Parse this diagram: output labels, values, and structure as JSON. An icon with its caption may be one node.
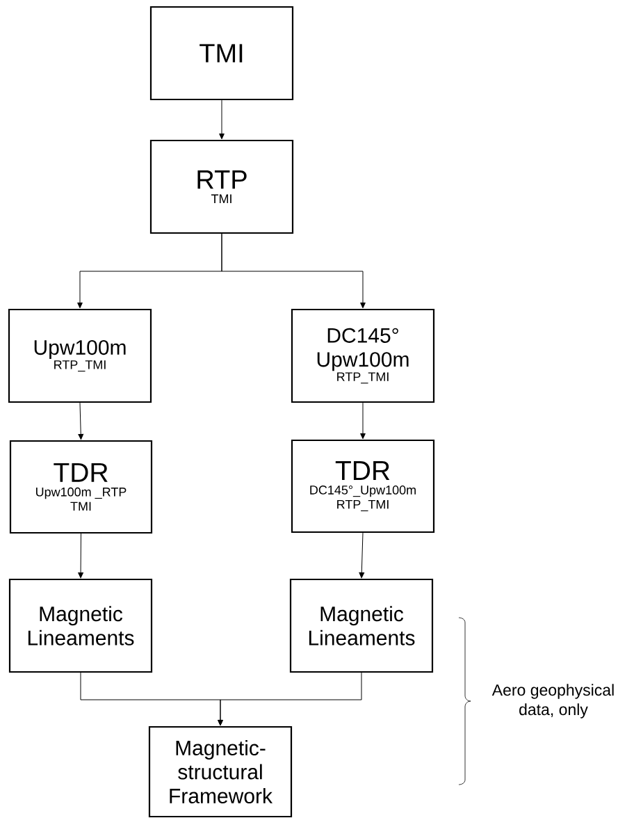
{
  "diagram": {
    "nodes": [
      {
        "text": [
          "TMI"
        ]
      },
      {
        "text": [
          "RTP",
          "TMI"
        ]
      },
      {
        "text": [
          "Upw100m",
          "RTP_TMI"
        ]
      },
      {
        "text": [
          "DC145° Upw100m",
          "RTP_TMI"
        ]
      },
      {
        "text": [
          "TDR",
          "Upw100m _RTP TMI"
        ]
      },
      {
        "text": [
          "TDR",
          "DC145°_Upw100m RTP_TMI"
        ]
      },
      {
        "text": [
          "Magnetic Lineaments"
        ]
      },
      {
        "text": [
          "Magnetic Lineaments"
        ]
      },
      {
        "text": [
          "Magnetic-structural Framework"
        ]
      }
    ],
    "edges": [
      {
        "from": 0,
        "to": 1,
        "arrow": "to"
      },
      {
        "from": 1,
        "to": 2,
        "arrow": "to"
      },
      {
        "from": 1,
        "to": 3,
        "arrow": "to"
      },
      {
        "from": 2,
        "to": 4,
        "arrow": "to"
      },
      {
        "from": 3,
        "to": 5,
        "arrow": "to"
      },
      {
        "from": 4,
        "to": 6,
        "arrow": "to"
      },
      {
        "from": 5,
        "to": 7,
        "arrow": "to"
      },
      {
        "from": 6,
        "to": 8,
        "arrow": "to"
      },
      {
        "from": 7,
        "to": 8,
        "arrow": "to"
      }
    ],
    "labels": [
      "Aero geophysical data, only"
    ]
  }
}
